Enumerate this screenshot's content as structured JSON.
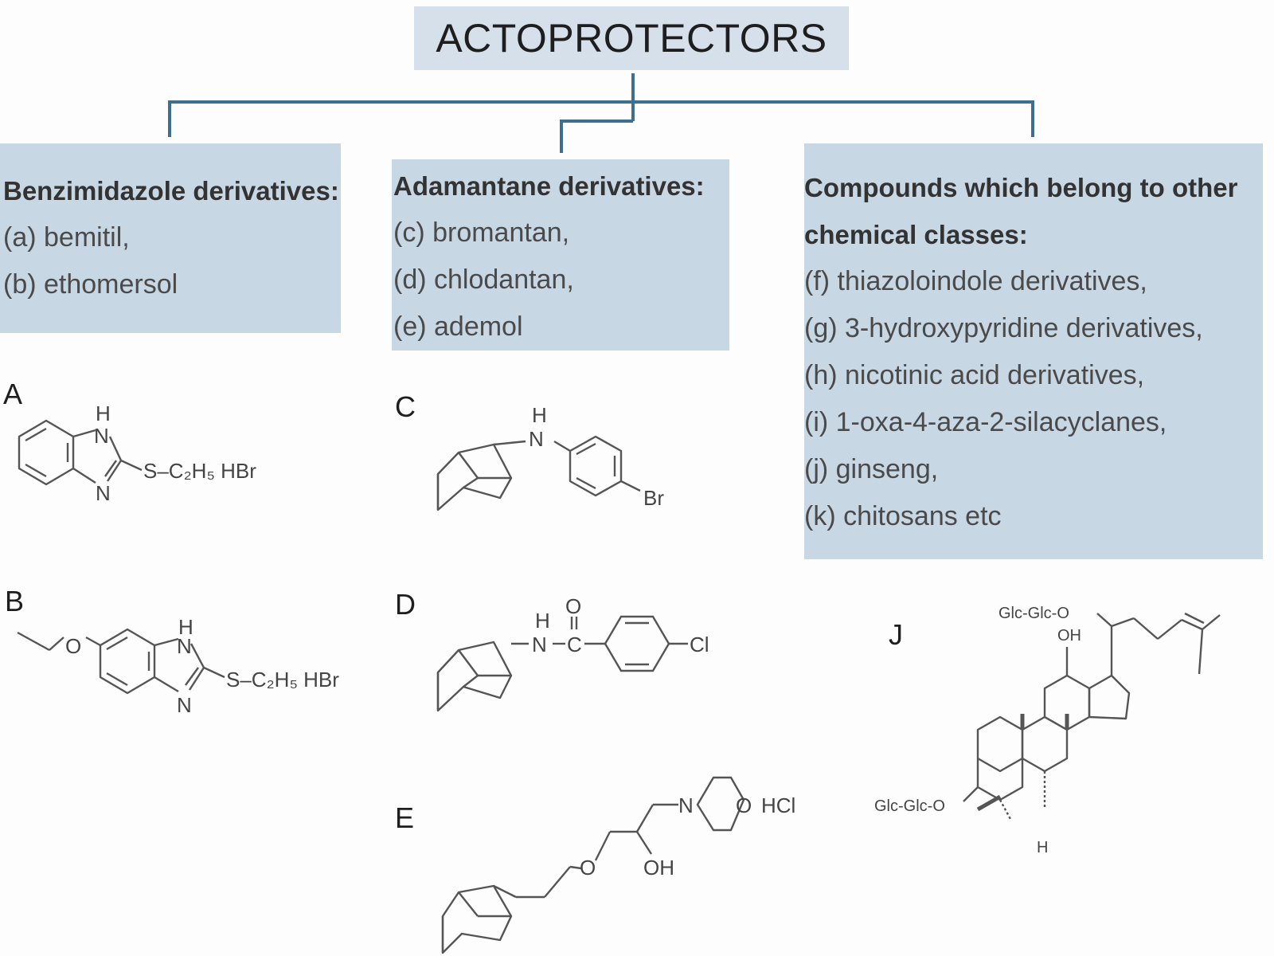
{
  "title": "ACTOPROTECTORS",
  "categories": [
    {
      "heading": "Benzimidazole derivatives:",
      "items": [
        "(a) bemitil,",
        "(b) ethomersol"
      ]
    },
    {
      "heading": "Adamantane derivatives:",
      "items": [
        "(c) bromantan,",
        "(d) chlodantan,",
        "(e) ademol"
      ]
    },
    {
      "heading": "Compounds which belong to other",
      "heading2": "chemical classes:",
      "items": [
        "(f) thiazoloindole derivatives,",
        "(g) 3-hydroxypyridine derivatives,",
        "(h) nicotinic acid derivatives,",
        "(i) 1-oxa-4-aza-2-silacyclanes,",
        "(j) ginseng,",
        "(k) chitosans etc"
      ]
    }
  ],
  "panels": {
    "A": {
      "letter": "A",
      "atoms": {
        "nh_h": "H",
        "nh_n": "N",
        "n": "N",
        "chain": "S–C₂H₅ HBr"
      }
    },
    "B": {
      "letter": "B",
      "atoms": {
        "o": "O",
        "nh_h": "H",
        "nh_n": "N",
        "n": "N",
        "chain": "S–C₂H₅ HBr"
      }
    },
    "C": {
      "letter": "C",
      "atoms": {
        "h": "H",
        "n": "N",
        "br": "Br"
      }
    },
    "D": {
      "letter": "D",
      "atoms": {
        "o": "O",
        "h": "H",
        "n": "N",
        "c": "C",
        "cl": "Cl"
      }
    },
    "E": {
      "letter": "E",
      "atoms": {
        "n": "N",
        "o_ring": "O",
        "hcl": "HCl",
        "o_ether": "O",
        "oh": "OH"
      }
    },
    "J": {
      "letter": "J",
      "atoms": {
        "sugar_top": "Glc-Glc-O",
        "oh": "OH",
        "sugar_bottom": "Glc-Glc-O",
        "h": "H"
      }
    }
  }
}
